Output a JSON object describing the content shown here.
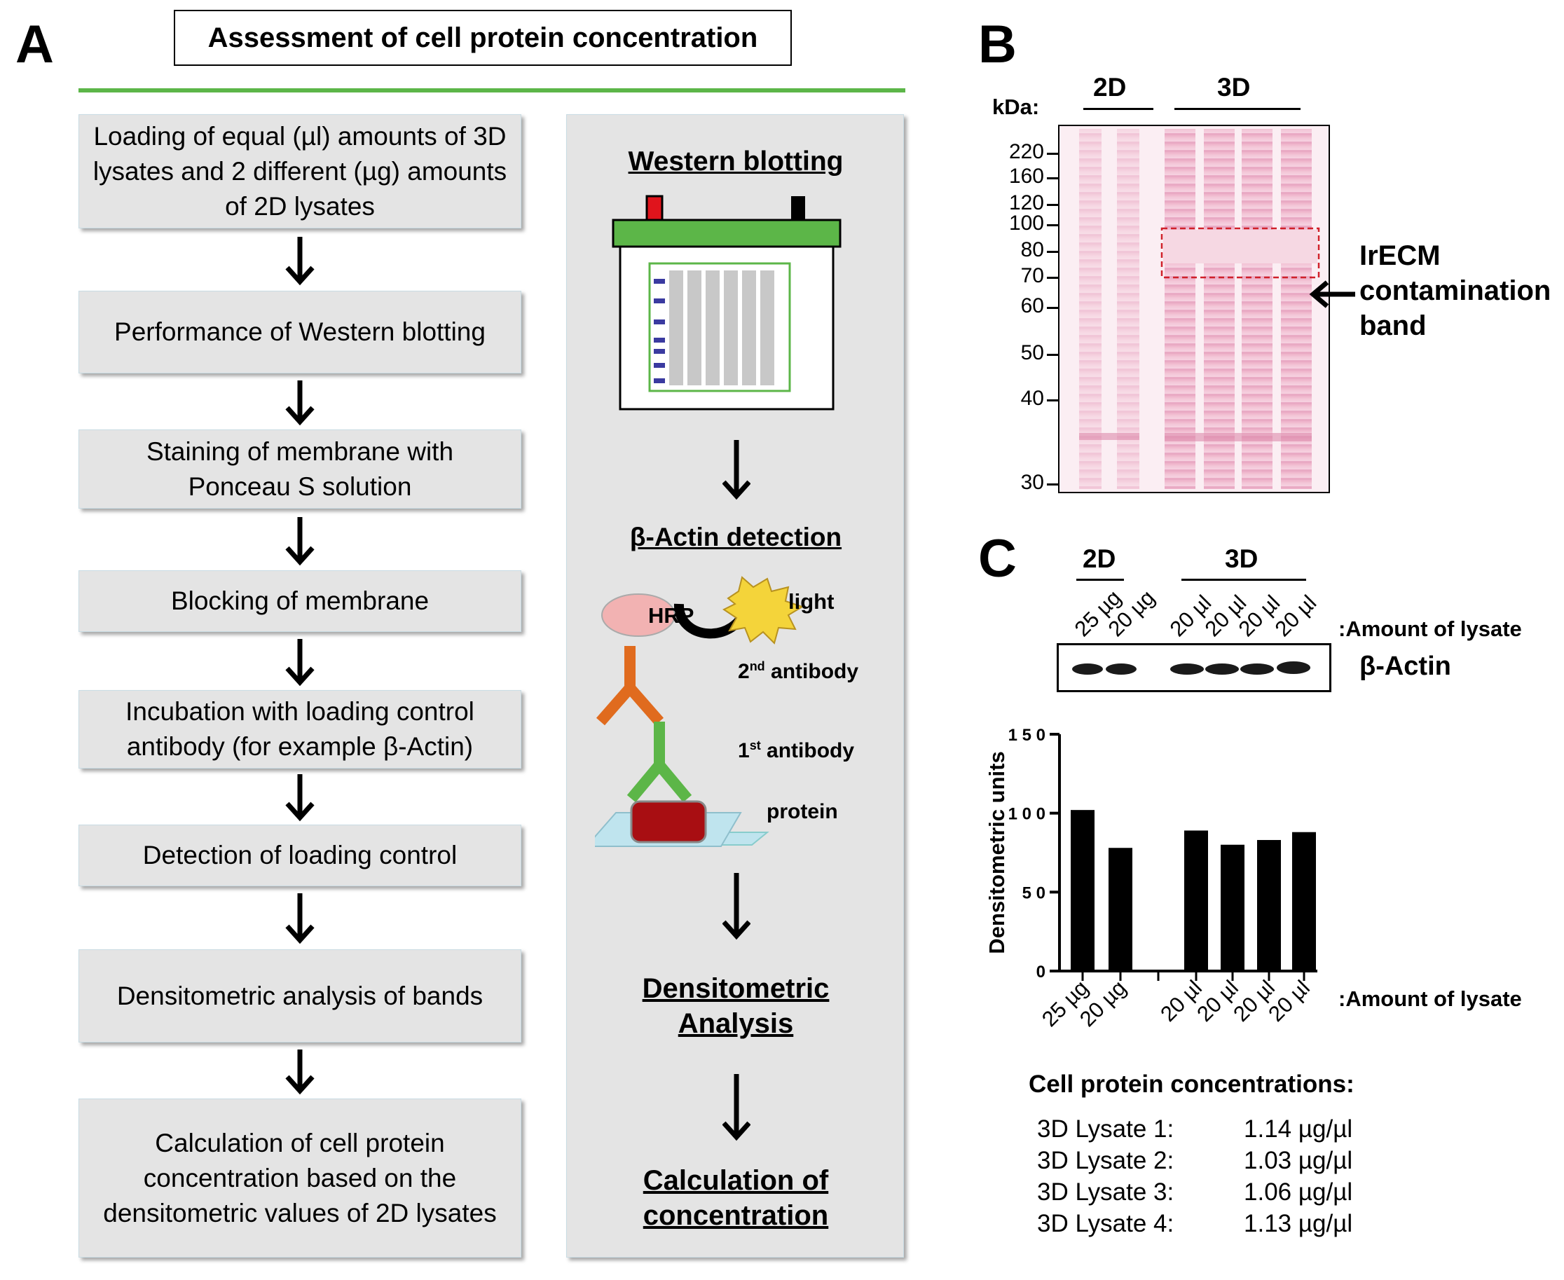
{
  "panel_a": {
    "letter": "A",
    "title": "Assessment of cell protein concentration",
    "steps": [
      "Loading of equal (µl) amounts of 3D lysates and 2 different (µg) amounts of 2D lysates",
      "Performance of Western blotting",
      "Staining of membrane with Ponceau S solution",
      "Blocking of membrane",
      "Incubation with loading control antibody (for example β-Actin)",
      "Detection of loading control",
      "Densitometric analysis of bands",
      "Calculation of cell protein concentration based on the densitometric values of 2D lysates"
    ],
    "right_panel": {
      "western_blotting": "Western blotting",
      "actin_detection": "β-Actin detection",
      "hrp": "HRP",
      "light": "light",
      "second_antibody": "antibody",
      "second_sup": "nd",
      "second_num": "2",
      "first_antibody": "antibody",
      "first_sup": "st",
      "first_num": "1",
      "protein": "protein",
      "densitometric_1": "Densitometric",
      "densitometric_2": "Analysis",
      "calculation_1": "Calculation of",
      "calculation_2": "concentration"
    }
  },
  "panel_b": {
    "letter": "B",
    "kda_label": "kDa:",
    "group_2d": "2D",
    "group_3d": "3D",
    "markers": [
      "220",
      "160",
      "120",
      "100",
      "80",
      "70",
      "60",
      "50",
      "40",
      "30"
    ],
    "band_label": [
      "IrECM",
      "contamination",
      "band"
    ]
  },
  "panel_c": {
    "letter": "C",
    "group_2d": "2D",
    "group_3d": "3D",
    "lane_labels": [
      "25 µg",
      "20 µg",
      "20 µl",
      "20 µl",
      "20 µl",
      "20 µl"
    ],
    "amount_label": ":Amount of lysate",
    "blot_label": "β-Actin",
    "conc_title": "Cell protein concentrations:",
    "concentrations": [
      {
        "name": "3D Lysate 1:",
        "value": "1.14 µg/µl"
      },
      {
        "name": "3D Lysate 2:",
        "value": "1.03 µg/µl"
      },
      {
        "name": "3D Lysate 3:",
        "value": "1.06 µg/µl"
      },
      {
        "name": "3D Lysate 4:",
        "value": "1.13 µg/µl"
      }
    ]
  },
  "chart_data": {
    "type": "bar",
    "categories": [
      "25 µg",
      "20 µg",
      "",
      "20 µl",
      "20 µl",
      "20 µl",
      "20 µl"
    ],
    "values": [
      102,
      78,
      null,
      89,
      80,
      83,
      88
    ],
    "ylabel": "Densitometric units",
    "xlabel": ":Amount of lysate",
    "yticks": [
      0,
      50,
      100,
      150
    ],
    "ytick_labels": [
      "0",
      "5 0",
      "1 0 0",
      "1 5 0"
    ],
    "ylim": [
      0,
      150
    ],
    "bar_color": "#000000"
  }
}
